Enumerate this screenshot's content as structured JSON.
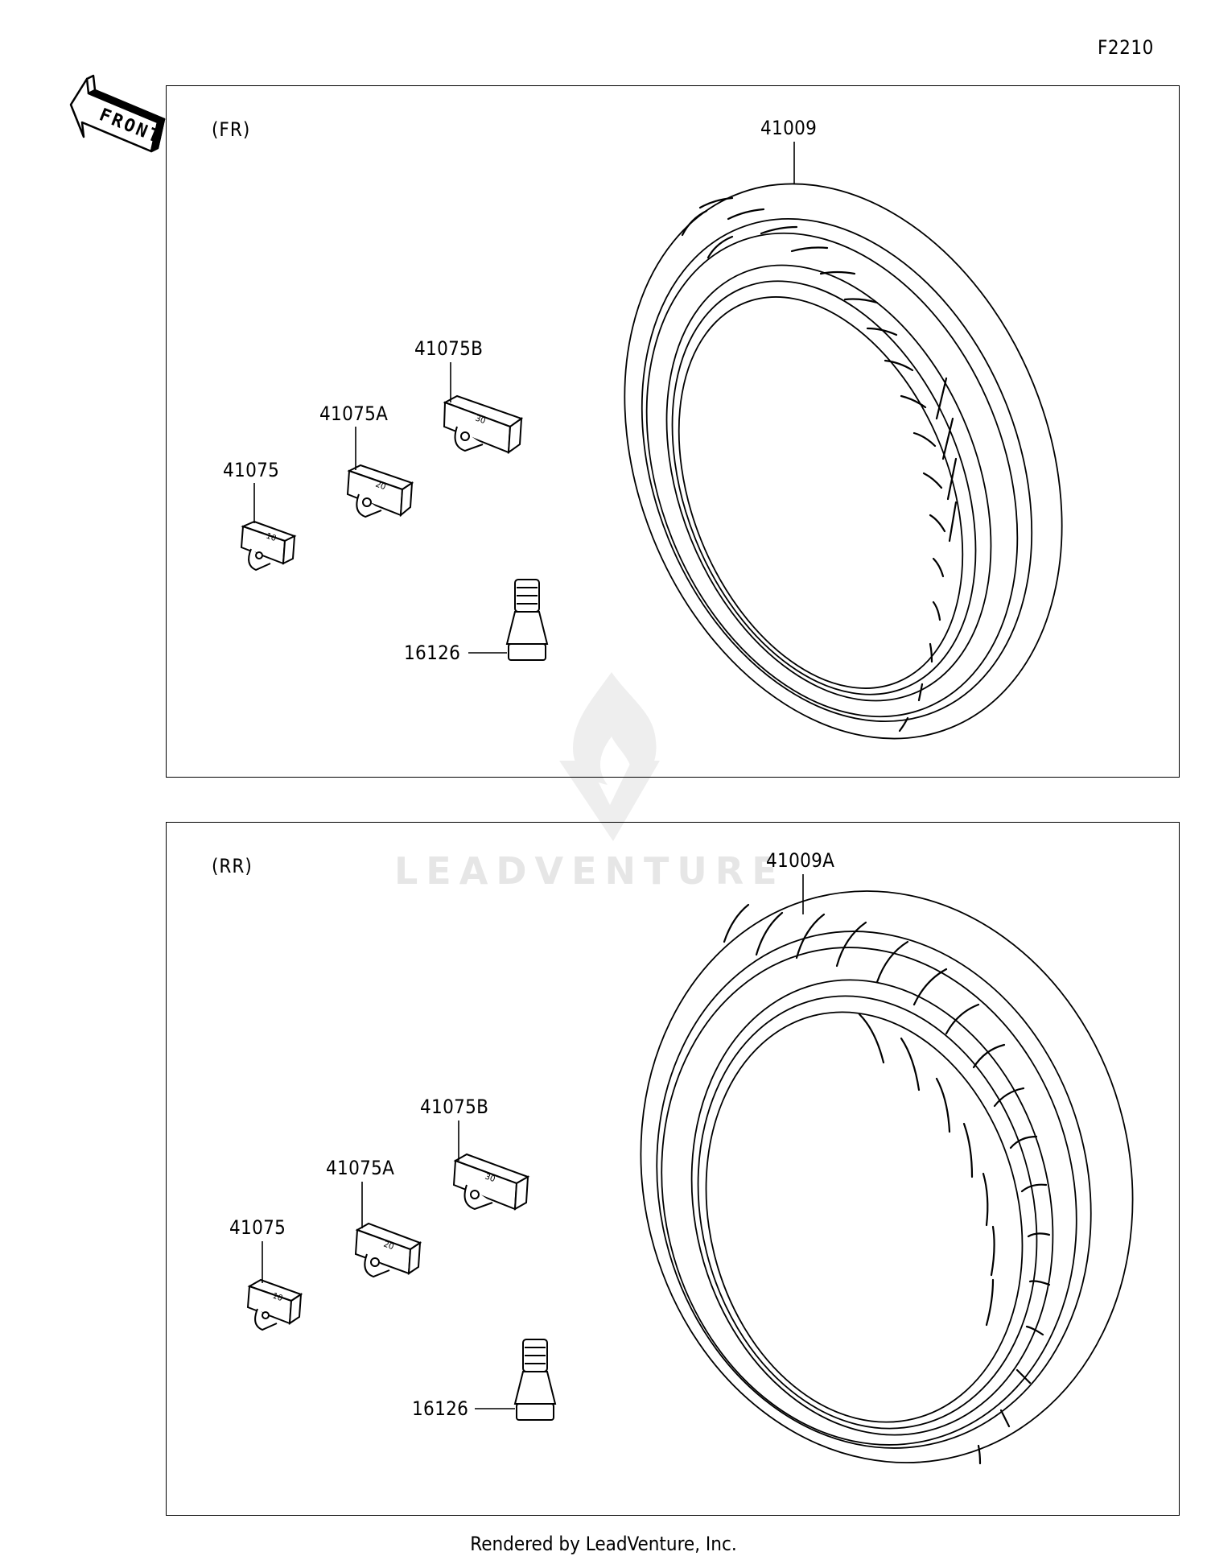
{
  "page_code": "F2210",
  "front_label": "FRONT",
  "watermark": "LEADVENTURE",
  "footer": "Rendered by LeadVenture, Inc.",
  "panels": [
    {
      "label": "(FR)",
      "parts": {
        "tire": "41009",
        "weight_b": "41075B",
        "weight_a": "41075A",
        "weight": "41075",
        "valve": "16126"
      },
      "weight_marks": [
        "30",
        "20",
        "10"
      ]
    },
    {
      "label": "(RR)",
      "parts": {
        "tire": "41009A",
        "weight_b": "41075B",
        "weight_a": "41075A",
        "weight": "41075",
        "valve": "16126"
      },
      "weight_marks": [
        "30",
        "20",
        "10"
      ]
    }
  ]
}
